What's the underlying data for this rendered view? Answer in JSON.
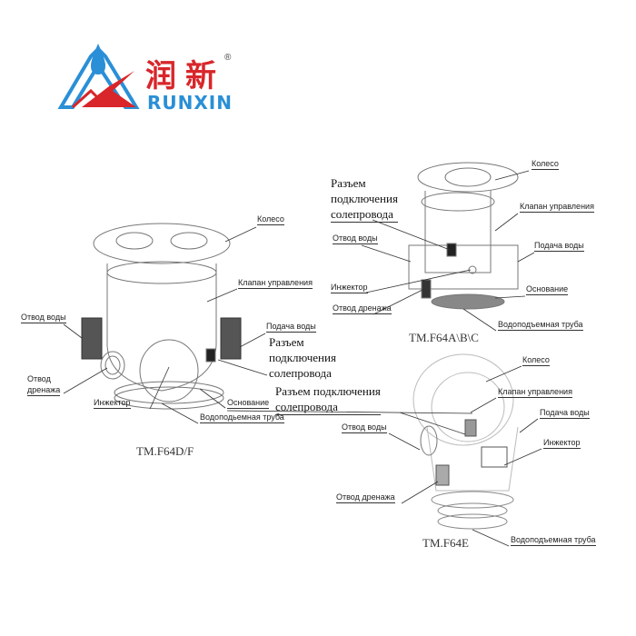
{
  "logo": {
    "chinese": "润新",
    "brand": "RUNXIN",
    "registered": "®",
    "colors": {
      "red": "#d8262a",
      "blue": "#2a8fd6"
    }
  },
  "diagram_df": {
    "model": "TM.F64D/F",
    "labels": {
      "wheel": "Колесо",
      "control_valve": "Клапан управления",
      "water_outlet": "Отвод воды",
      "water_inlet": "Подача воды",
      "brine_line": [
        "Разъем",
        "подключения",
        "солепровода"
      ],
      "drain": [
        "Отвод",
        "дренажа"
      ],
      "injector": "Инжектор",
      "base": "Основание",
      "riser": "Водоподьемная труба"
    }
  },
  "diagram_abc": {
    "model": "TM.F64A\\B\\C",
    "labels": {
      "wheel": "Колесо",
      "brine_line": [
        "Разъем",
        "подключения",
        "солепровода"
      ],
      "control_valve": "Клапан управления",
      "water_outlet": "Отвод воды",
      "water_inlet": "Подача воды",
      "injector": "Инжектор",
      "base": "Основание",
      "drain": "Отвод дренажа",
      "riser": "Водоподъемная труба"
    }
  },
  "diagram_e": {
    "model": "TM.F64E",
    "labels": {
      "wheel": "Колесо",
      "brine_line": [
        "Разъем подключения",
        "солепровода"
      ],
      "control_valve": "Клапан управления",
      "water_inlet": "Подача воды",
      "water_outlet": "Отвод воды",
      "injector": "Инжектор",
      "drain": "Отвод дренажа",
      "riser": "Водоподъемная труба"
    }
  }
}
